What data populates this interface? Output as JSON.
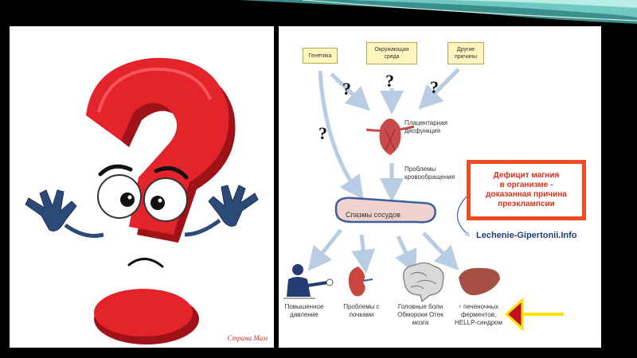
{
  "diagram": {
    "top_boxes": [
      {
        "label": "Генетика"
      },
      {
        "label": "Окружающая среда"
      },
      {
        "label": "Другие причины"
      }
    ],
    "question_mark": "?",
    "placenta_label": "Плацентарная дисфункция",
    "circulation_label": "Проблемы кровообращения",
    "spasm_label": "Спазмы сосудов",
    "outcomes": [
      {
        "label": "Повышенное давление"
      },
      {
        "label": "Проблемы с почками"
      },
      {
        "label": "Головные боли Обмороки Отек мозга"
      },
      {
        "label": "↑ печеночных ферментов, HELLP-синдром"
      }
    ],
    "callout": {
      "line1": "Дефицит магния",
      "line2": "в организме -",
      "line3": "доказанная причина",
      "line4": "преэклампсии"
    },
    "link_text": "Lechenie-Gipertonii.Info"
  },
  "image_credit": "Страна Мам",
  "colors": {
    "question_red": "#e3242b",
    "arrow_blue": "#b8cde4",
    "callout_border": "#ee4b25",
    "pointer_yellow": "#ffe200"
  }
}
